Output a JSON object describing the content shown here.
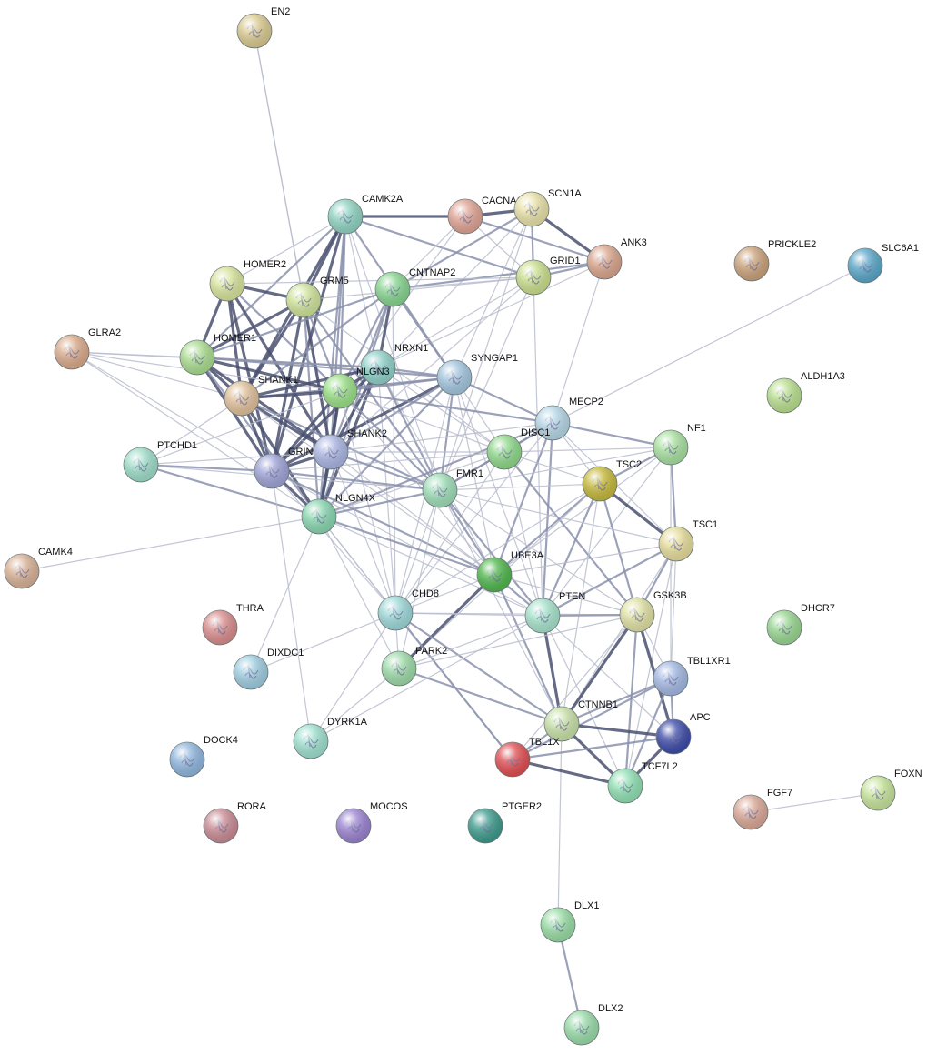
{
  "network": {
    "nodes": [
      {
        "id": "EN2",
        "color": "#d9c98f"
      },
      {
        "id": "CAMK2A",
        "color": "#8fd3c1"
      },
      {
        "id": "CACNA1C",
        "color": "#e0a394"
      },
      {
        "id": "SCN1A",
        "color": "#e8e1a8"
      },
      {
        "id": "ANK3",
        "color": "#d9a58c"
      },
      {
        "id": "PRICKLE2",
        "color": "#caa27a"
      },
      {
        "id": "SLC6A1",
        "color": "#5aa6c8"
      },
      {
        "id": "HOMER2",
        "color": "#d7e39a"
      },
      {
        "id": "GRM5",
        "color": "#cfe39a"
      },
      {
        "id": "CNTNAP2",
        "color": "#86d48f"
      },
      {
        "id": "GRID1",
        "color": "#c9de8d"
      },
      {
        "id": "GLRA2",
        "color": "#d9a98a"
      },
      {
        "id": "HOMER1",
        "color": "#a9dc8f"
      },
      {
        "id": "NRXN1",
        "color": "#8fd0c8"
      },
      {
        "id": "SYNGAP1",
        "color": "#a3c6de"
      },
      {
        "id": "ALDH1A3",
        "color": "#b9df8e"
      },
      {
        "id": "SHANK1",
        "color": "#e0c09a"
      },
      {
        "id": "NLGN3",
        "color": "#9adf86"
      },
      {
        "id": "MECP2",
        "color": "#b5d6e6"
      },
      {
        "id": "NF1",
        "color": "#a8e0a0"
      },
      {
        "id": "PTCHD1",
        "color": "#9ddcc8"
      },
      {
        "id": "GRIN2B",
        "color": "#9ea3d6"
      },
      {
        "id": "SHANK2",
        "color": "#aab5e2"
      },
      {
        "id": "DISC1",
        "color": "#8ed88a"
      },
      {
        "id": "TSC2",
        "color": "#c5b83a"
      },
      {
        "id": "FMR1",
        "color": "#9edcb7"
      },
      {
        "id": "NLGN4X",
        "color": "#88d6b0"
      },
      {
        "id": "TSC1",
        "color": "#e6dc9a"
      },
      {
        "id": "CAMK4",
        "color": "#d8b196"
      },
      {
        "id": "UBE3A",
        "color": "#4fb64c"
      },
      {
        "id": "THRA",
        "color": "#d98c8c"
      },
      {
        "id": "CHD8",
        "color": "#9ed8d8"
      },
      {
        "id": "PTEN",
        "color": "#a6e2cc"
      },
      {
        "id": "GSK3B",
        "color": "#dfe0a3"
      },
      {
        "id": "DHCR7",
        "color": "#98d690"
      },
      {
        "id": "DIXDC1",
        "color": "#9fcde0"
      },
      {
        "id": "PARK2",
        "color": "#9ddaa8"
      },
      {
        "id": "TBL1XR1",
        "color": "#a3b8e3"
      },
      {
        "id": "CTNNB1",
        "color": "#c8e0a8"
      },
      {
        "id": "APC",
        "color": "#3c4aa8"
      },
      {
        "id": "DYRK1A",
        "color": "#9edfcf"
      },
      {
        "id": "DOCK4",
        "color": "#8fb6de"
      },
      {
        "id": "TBL1X",
        "color": "#e04e52"
      },
      {
        "id": "TCF7L2",
        "color": "#8fe0b2"
      },
      {
        "id": "FOXN",
        "color": "#c6e39a"
      },
      {
        "id": "FGF7",
        "color": "#d9a796"
      },
      {
        "id": "RORA",
        "color": "#c98a94"
      },
      {
        "id": "MOCOS",
        "color": "#9a82d0"
      },
      {
        "id": "PTGER2",
        "color": "#3c9a8c"
      },
      {
        "id": "DLX1",
        "color": "#98dba4"
      },
      {
        "id": "DLX2",
        "color": "#98dba8"
      }
    ],
    "edges": [
      [
        "EN2",
        "GRM5",
        1
      ],
      [
        "EN2",
        "SHANK2",
        1
      ],
      [
        "CAMK2A",
        "CACNA1C",
        3
      ],
      [
        "CAMK2A",
        "HOMER2",
        1
      ],
      [
        "CAMK2A",
        "GRM5",
        3
      ],
      [
        "CAMK2A",
        "HOMER1",
        2
      ],
      [
        "CAMK2A",
        "SHANK1",
        3
      ],
      [
        "CAMK2A",
        "NLGN3",
        2
      ],
      [
        "CAMK2A",
        "GRIN2B",
        3
      ],
      [
        "CAMK2A",
        "SHANK2",
        2
      ],
      [
        "CAMK2A",
        "NRXN1",
        1
      ],
      [
        "CAMK2A",
        "SYNGAP1",
        2
      ],
      [
        "CAMK2A",
        "GRID1",
        2
      ],
      [
        "CAMK2A",
        "FMR1",
        1
      ],
      [
        "CAMK2A",
        "NLGN4X",
        2
      ],
      [
        "CACNA1C",
        "SCN1A",
        3
      ],
      [
        "CACNA1C",
        "ANK3",
        2
      ],
      [
        "CACNA1C",
        "GRID1",
        1
      ],
      [
        "CACNA1C",
        "CNTNAP2",
        1
      ],
      [
        "CACNA1C",
        "NLGN3",
        1
      ],
      [
        "SCN1A",
        "ANK3",
        3
      ],
      [
        "SCN1A",
        "CNTNAP2",
        2
      ],
      [
        "SCN1A",
        "GRID1",
        2
      ],
      [
        "SCN1A",
        "NRXN1",
        1
      ],
      [
        "SCN1A",
        "FMR1",
        1
      ],
      [
        "SCN1A",
        "SYNGAP1",
        1
      ],
      [
        "ANK3",
        "CNTNAP2",
        2
      ],
      [
        "ANK3",
        "GRID1",
        2
      ],
      [
        "ANK3",
        "MECP2",
        1
      ],
      [
        "ANK3",
        "NRXN1",
        1
      ],
      [
        "SLC6A1",
        "MECP2",
        1
      ],
      [
        "HOMER2",
        "GRM5",
        3
      ],
      [
        "HOMER2",
        "HOMER1",
        3
      ],
      [
        "HOMER2",
        "SHANK1",
        3
      ],
      [
        "HOMER2",
        "GRIN2B",
        3
      ],
      [
        "HOMER2",
        "SHANK2",
        3
      ],
      [
        "HOMER2",
        "NLGN3",
        2
      ],
      [
        "HOMER2",
        "GRID1",
        1
      ],
      [
        "GRM5",
        "HOMER1",
        3
      ],
      [
        "GRM5",
        "SHANK1",
        3
      ],
      [
        "GRM5",
        "GRIN2B",
        3
      ],
      [
        "GRM5",
        "SHANK2",
        3
      ],
      [
        "GRM5",
        "NLGN3",
        2
      ],
      [
        "GRM5",
        "NLGN4X",
        2
      ],
      [
        "GRM5",
        "FMR1",
        2
      ],
      [
        "GRM5",
        "GRID1",
        1
      ],
      [
        "GRM5",
        "DISC1",
        1
      ],
      [
        "CNTNAP2",
        "NRXN1",
        3
      ],
      [
        "CNTNAP2",
        "NLGN3",
        2
      ],
      [
        "CNTNAP2",
        "SHANK2",
        2
      ],
      [
        "CNTNAP2",
        "SYNGAP1",
        2
      ],
      [
        "CNTNAP2",
        "NLGN4X",
        2
      ],
      [
        "CNTNAP2",
        "CHD8",
        1
      ],
      [
        "CNTNAP2",
        "GRID1",
        1
      ],
      [
        "CNTNAP2",
        "HOMER1",
        2
      ],
      [
        "CNTNAP2",
        "SHANK1",
        2
      ],
      [
        "GRID1",
        "NRXN1",
        1
      ],
      [
        "GRID1",
        "SHANK2",
        1
      ],
      [
        "GRID1",
        "PTEN",
        1
      ],
      [
        "GRID1",
        "FMR1",
        1
      ],
      [
        "GLRA2",
        "HOMER1",
        1
      ],
      [
        "GLRA2",
        "SHANK1",
        1
      ],
      [
        "GLRA2",
        "NLGN3",
        1
      ],
      [
        "GLRA2",
        "GRIN2B",
        1
      ],
      [
        "GLRA2",
        "NLGN4X",
        1
      ],
      [
        "GLRA2",
        "NRXN1",
        1
      ],
      [
        "HOMER1",
        "SHANK1",
        3
      ],
      [
        "HOMER1",
        "NLGN3",
        3
      ],
      [
        "HOMER1",
        "GRIN2B",
        3
      ],
      [
        "HOMER1",
        "SHANK2",
        3
      ],
      [
        "HOMER1",
        "NRXN1",
        2
      ],
      [
        "HOMER1",
        "SYNGAP1",
        2
      ],
      [
        "HOMER1",
        "NLGN4X",
        2
      ],
      [
        "NRXN1",
        "NLGN3",
        3
      ],
      [
        "NRXN1",
        "SHANK2",
        3
      ],
      [
        "NRXN1",
        "GRIN2B",
        3
      ],
      [
        "NRXN1",
        "SYNGAP1",
        2
      ],
      [
        "NRXN1",
        "NLGN4X",
        3
      ],
      [
        "NRXN1",
        "SHANK1",
        3
      ],
      [
        "NRXN1",
        "FMR1",
        2
      ],
      [
        "NRXN1",
        "CHD8",
        1
      ],
      [
        "NRXN1",
        "UBE3A",
        1
      ],
      [
        "NRXN1",
        "DISC1",
        1
      ],
      [
        "SYNGAP1",
        "SHANK1",
        2
      ],
      [
        "SYNGAP1",
        "NLGN3",
        2
      ],
      [
        "SYNGAP1",
        "GRIN2B",
        3
      ],
      [
        "SYNGAP1",
        "SHANK2",
        2
      ],
      [
        "SYNGAP1",
        "FMR1",
        2
      ],
      [
        "SYNGAP1",
        "MECP2",
        2
      ],
      [
        "SYNGAP1",
        "PTEN",
        1
      ],
      [
        "SYNGAP1",
        "NLGN4X",
        2
      ],
      [
        "SYNGAP1",
        "UBE3A",
        1
      ],
      [
        "SYNGAP1",
        "CHD8",
        1
      ],
      [
        "SYNGAP1",
        "DISC1",
        1
      ],
      [
        "SHANK1",
        "NLGN3",
        3
      ],
      [
        "SHANK1",
        "GRIN2B",
        3
      ],
      [
        "SHANK1",
        "SHANK2",
        3
      ],
      [
        "SHANK1",
        "NLGN4X",
        3
      ],
      [
        "SHANK1",
        "PTCHD1",
        1
      ],
      [
        "SHANK1",
        "FMR1",
        2
      ],
      [
        "SHANK1",
        "UBE3A",
        1
      ],
      [
        "NLGN3",
        "GRIN2B",
        3
      ],
      [
        "NLGN3",
        "SHANK2",
        3
      ],
      [
        "NLGN3",
        "NLGN4X",
        3
      ],
      [
        "NLGN3",
        "FMR1",
        2
      ],
      [
        "NLGN3",
        "MECP2",
        2
      ],
      [
        "NLGN3",
        "PTCHD1",
        1
      ],
      [
        "NLGN3",
        "CHD8",
        1
      ],
      [
        "NLGN3",
        "UBE3A",
        1
      ],
      [
        "NLGN3",
        "DISC1",
        1
      ],
      [
        "MECP2",
        "NF1",
        2
      ],
      [
        "MECP2",
        "DISC1",
        2
      ],
      [
        "MECP2",
        "FMR1",
        2
      ],
      [
        "MECP2",
        "UBE3A",
        2
      ],
      [
        "MECP2",
        "TSC2",
        1
      ],
      [
        "MECP2",
        "PTEN",
        2
      ],
      [
        "MECP2",
        "CHD8",
        1
      ],
      [
        "MECP2",
        "NLGN4X",
        2
      ],
      [
        "MECP2",
        "SHANK2",
        1
      ],
      [
        "MECP2",
        "TSC1",
        1
      ],
      [
        "NF1",
        "TSC2",
        2
      ],
      [
        "NF1",
        "TSC1",
        2
      ],
      [
        "NF1",
        "PTEN",
        1
      ],
      [
        "NF1",
        "FMR1",
        1
      ],
      [
        "NF1",
        "DISC1",
        1
      ],
      [
        "NF1",
        "TBL1XR1",
        1
      ],
      [
        "NF1",
        "UBE3A",
        1
      ],
      [
        "PTCHD1",
        "GRIN2B",
        2
      ],
      [
        "PTCHD1",
        "NLGN4X",
        2
      ],
      [
        "PTCHD1",
        "SHANK2",
        1
      ],
      [
        "PTCHD1",
        "FMR1",
        1
      ],
      [
        "GRIN2B",
        "SHANK2",
        3
      ],
      [
        "GRIN2B",
        "NLGN4X",
        3
      ],
      [
        "GRIN2B",
        "FMR1",
        2
      ],
      [
        "GRIN2B",
        "UBE3A",
        2
      ],
      [
        "GRIN2B",
        "DYRK1A",
        1
      ],
      [
        "GRIN2B",
        "CHD8",
        1
      ],
      [
        "GRIN2B",
        "DISC1",
        1
      ],
      [
        "GRIN2B",
        "PTEN",
        1
      ],
      [
        "SHANK2",
        "NLGN4X",
        3
      ],
      [
        "SHANK2",
        "FMR1",
        2
      ],
      [
        "SHANK2",
        "UBE3A",
        1
      ],
      [
        "SHANK2",
        "CHD8",
        1
      ],
      [
        "SHANK2",
        "DISC1",
        1
      ],
      [
        "DISC1",
        "FMR1",
        2
      ],
      [
        "DISC1",
        "NLGN4X",
        1
      ],
      [
        "DISC1",
        "GSK3B",
        2
      ],
      [
        "DISC1",
        "PTEN",
        1
      ],
      [
        "DISC1",
        "TSC2",
        1
      ],
      [
        "DISC1",
        "CHD8",
        1
      ],
      [
        "TSC2",
        "TSC1",
        3
      ],
      [
        "TSC2",
        "PTEN",
        2
      ],
      [
        "TSC2",
        "GSK3B",
        2
      ],
      [
        "TSC2",
        "UBE3A",
        2
      ],
      [
        "TSC2",
        "FMR1",
        1
      ],
      [
        "TSC2",
        "CTNNB1",
        1
      ],
      [
        "TSC2",
        "PARK2",
        1
      ],
      [
        "TSC2",
        "CHD8",
        1
      ],
      [
        "FMR1",
        "NLGN4X",
        2
      ],
      [
        "FMR1",
        "UBE3A",
        2
      ],
      [
        "FMR1",
        "PTEN",
        2
      ],
      [
        "FMR1",
        "CHD8",
        1
      ],
      [
        "FMR1",
        "PARK2",
        1
      ],
      [
        "FMR1",
        "GSK3B",
        1
      ],
      [
        "FMR1",
        "TSC1",
        1
      ],
      [
        "FMR1",
        "CTNNB1",
        1
      ],
      [
        "NLGN4X",
        "CHD8",
        1
      ],
      [
        "NLGN4X",
        "UBE3A",
        2
      ],
      [
        "NLGN4X",
        "PTEN",
        1
      ],
      [
        "NLGN4X",
        "CAMK4",
        1
      ],
      [
        "NLGN4X",
        "PARK2",
        1
      ],
      [
        "NLGN4X",
        "TBL1X",
        1
      ],
      [
        "NLGN4X",
        "DIXDC1",
        1
      ],
      [
        "TSC1",
        "GSK3B",
        2
      ],
      [
        "TSC1",
        "PTEN",
        2
      ],
      [
        "TSC1",
        "UBE3A",
        1
      ],
      [
        "TSC1",
        "TBL1XR1",
        1
      ],
      [
        "TSC1",
        "CTNNB1",
        1
      ],
      [
        "TSC1",
        "TCF7L2",
        1
      ],
      [
        "UBE3A",
        "PTEN",
        2
      ],
      [
        "UBE3A",
        "PARK2",
        3
      ],
      [
        "UBE3A",
        "CHD8",
        1
      ],
      [
        "UBE3A",
        "CTNNB1",
        2
      ],
      [
        "UBE3A",
        "GSK3B",
        1
      ],
      [
        "CHD8",
        "PTEN",
        1
      ],
      [
        "CHD8",
        "CTNNB1",
        2
      ],
      [
        "CHD8",
        "PARK2",
        1
      ],
      [
        "CHD8",
        "TBL1X",
        2
      ],
      [
        "CHD8",
        "GSK3B",
        1
      ],
      [
        "CHD8",
        "DIXDC1",
        1
      ],
      [
        "CHD8",
        "DYRK1A",
        1
      ],
      [
        "PTEN",
        "GSK3B",
        2
      ],
      [
        "PTEN",
        "CTNNB1",
        3
      ],
      [
        "PTEN",
        "PARK2",
        1
      ],
      [
        "PTEN",
        "TCF7L2",
        1
      ],
      [
        "PTEN",
        "DYRK1A",
        1
      ],
      [
        "PTEN",
        "APC",
        1
      ],
      [
        "GSK3B",
        "CTNNB1",
        3
      ],
      [
        "GSK3B",
        "APC",
        3
      ],
      [
        "GSK3B",
        "TCF7L2",
        2
      ],
      [
        "GSK3B",
        "TBL1XR1",
        1
      ],
      [
        "GSK3B",
        "PARK2",
        1
      ],
      [
        "GSK3B",
        "TBL1X",
        1
      ],
      [
        "PARK2",
        "CTNNB1",
        2
      ],
      [
        "PARK2",
        "DYRK1A",
        1
      ],
      [
        "TBL1XR1",
        "CTNNB1",
        2
      ],
      [
        "TBL1XR1",
        "APC",
        2
      ],
      [
        "TBL1XR1",
        "TCF7L2",
        2
      ],
      [
        "TBL1XR1",
        "TBL1X",
        2
      ],
      [
        "CTNNB1",
        "APC",
        3
      ],
      [
        "CTNNB1",
        "TCF7L2",
        3
      ],
      [
        "CTNNB1",
        "TBL1X",
        2
      ],
      [
        "CTNNB1",
        "DLX1",
        1
      ],
      [
        "APC",
        "TCF7L2",
        3
      ],
      [
        "APC",
        "TBL1X",
        2
      ],
      [
        "TBL1X",
        "TCF7L2",
        3
      ],
      [
        "FOXN",
        "FGF7",
        1
      ],
      [
        "DLX1",
        "DLX2",
        2
      ]
    ]
  }
}
